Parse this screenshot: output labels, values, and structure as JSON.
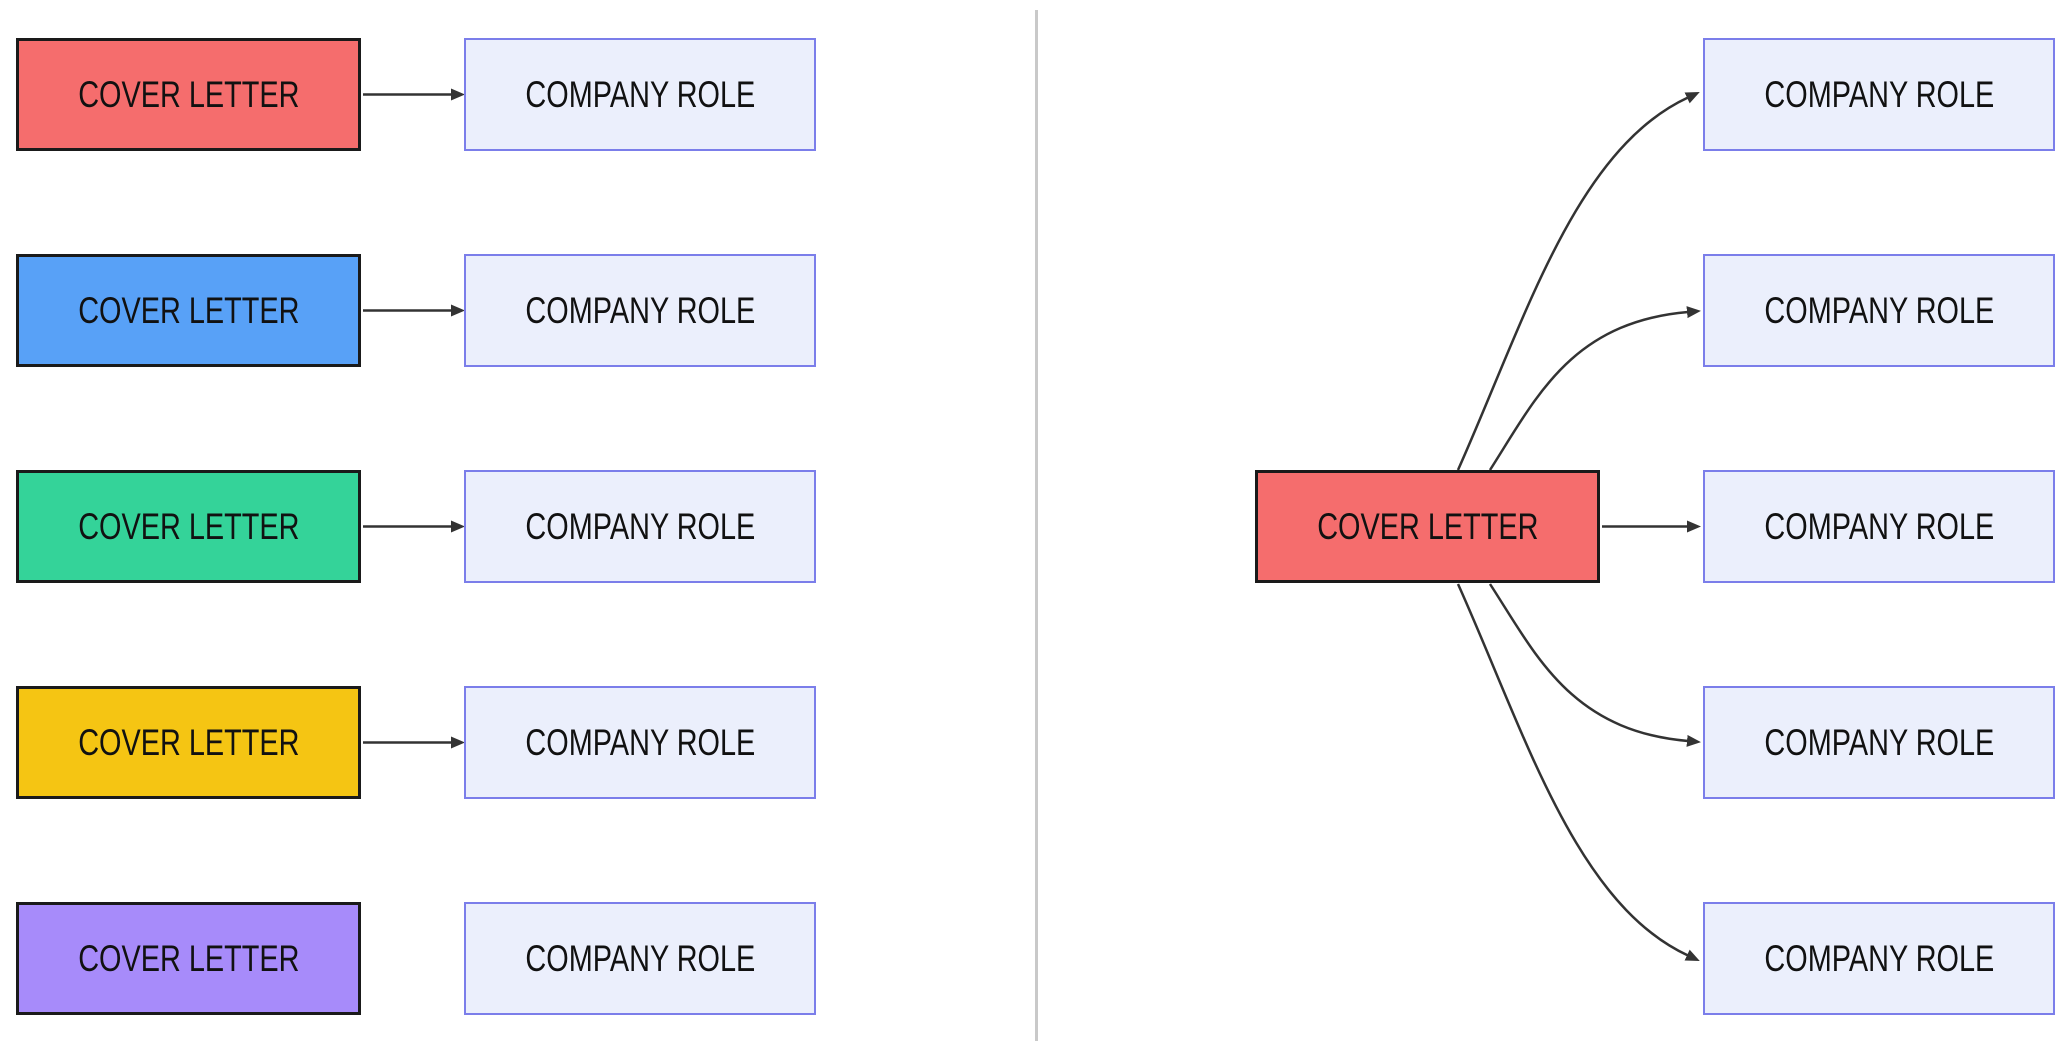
{
  "diagram": {
    "left_panel": {
      "rows": [
        {
          "cover": {
            "label": "COVER LETTER",
            "color": "#F56D6D"
          },
          "role": {
            "label": "COMPANY ROLE"
          },
          "connected": true
        },
        {
          "cover": {
            "label": "COVER LETTER",
            "color": "#58A1F7"
          },
          "role": {
            "label": "COMPANY ROLE"
          },
          "connected": true
        },
        {
          "cover": {
            "label": "COVER LETTER",
            "color": "#34D399"
          },
          "role": {
            "label": "COMPANY ROLE"
          },
          "connected": true
        },
        {
          "cover": {
            "label": "COVER LETTER",
            "color": "#F5C513"
          },
          "role": {
            "label": "COMPANY ROLE"
          },
          "connected": true
        },
        {
          "cover": {
            "label": "COVER LETTER",
            "color": "#A78BFA"
          },
          "role": {
            "label": "COMPANY ROLE"
          },
          "connected": false
        }
      ]
    },
    "right_panel": {
      "cover": {
        "label": "COVER LETTER",
        "color": "#F56D6D"
      },
      "roles": [
        {
          "label": "COMPANY ROLE"
        },
        {
          "label": "COMPANY ROLE"
        },
        {
          "label": "COMPANY ROLE"
        },
        {
          "label": "COMPANY ROLE"
        },
        {
          "label": "COMPANY ROLE"
        }
      ]
    },
    "colors": {
      "background": "#FFFFFF",
      "text": "#111111",
      "node_border": "#1A1A1A",
      "role_fill": "#EBEFFC",
      "role_border": "#7B7EEA",
      "arrow": "#333333",
      "divider": "#C9C9C9"
    }
  }
}
